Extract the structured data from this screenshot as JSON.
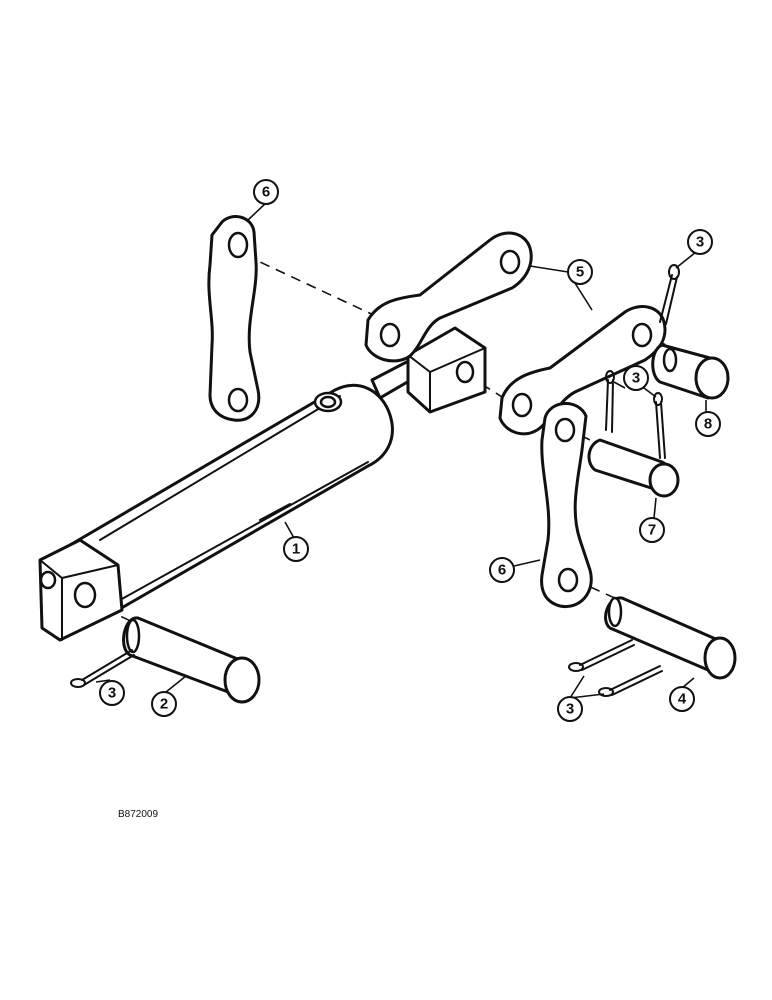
{
  "drawing_code": "B872009",
  "callouts": {
    "cylinder": "1",
    "pin_lower_left": "2",
    "cotter_pin": "3",
    "pin_lower_right": "4",
    "link_bar": "5",
    "link_arm": "6",
    "pin_middle": "7",
    "pin_upper": "8"
  },
  "colors": {
    "ink": "#111111",
    "paper": "#ffffff"
  }
}
